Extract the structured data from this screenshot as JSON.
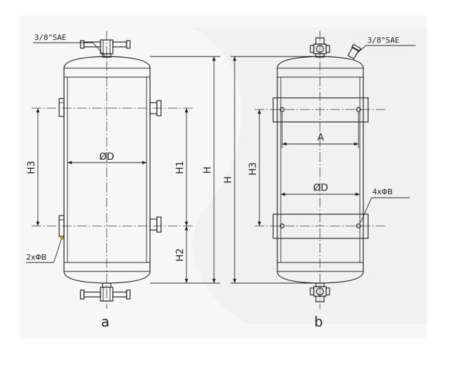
{
  "view_a": {
    "caption": "a",
    "connection_label": "3/8\"SAE",
    "hole_label": "2xΦB",
    "dims": {
      "diameter": "ØD",
      "h1": "H1",
      "h2": "H2",
      "h3": "H3",
      "h": "H"
    }
  },
  "view_b": {
    "caption": "b",
    "connection_label": "3/8\"SAE",
    "hole_label": "4xΦB",
    "dims": {
      "a": "A",
      "diameter": "ØD",
      "h3": "H3",
      "h": "H"
    }
  }
}
